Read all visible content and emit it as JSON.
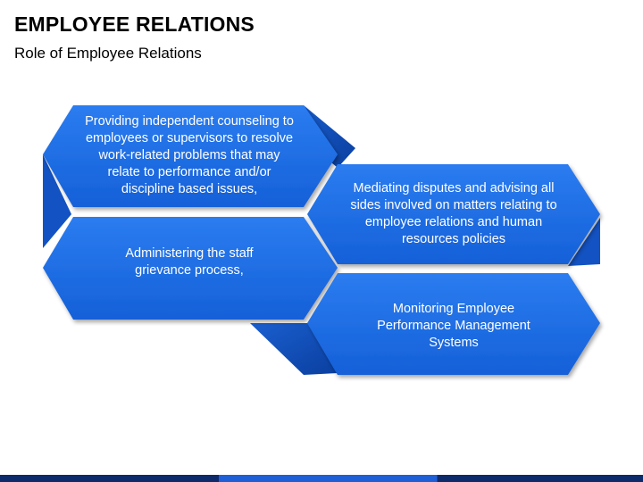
{
  "header": {
    "title": "EMPLOYEE RELATIONS",
    "subtitle": "Role of Employee Relations"
  },
  "diagram": {
    "boxes": [
      {
        "id": "box-1",
        "text": "Providing independent counseling to employees or supervisors to resolve work-related problems that may relate to performance and/or discipline based issues,"
      },
      {
        "id": "box-2",
        "text": "Administering the staff grievance process,"
      },
      {
        "id": "box-3",
        "text": "Mediating disputes and advising all sides involved on matters relating to employee relations and human resources policies"
      },
      {
        "id": "box-4",
        "text": "Monitoring Employee Performance Management Systems"
      }
    ]
  },
  "colors": {
    "box_fill": "#1e6fe6",
    "box_fill_dark": "#1553c7",
    "facet_dark": "#0a44ad",
    "text": "#ffffff"
  }
}
